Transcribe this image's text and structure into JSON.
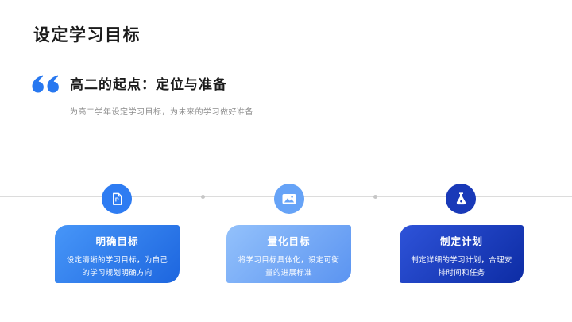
{
  "slide": {
    "title": "设定学习目标",
    "background_color": "#FFFFFF"
  },
  "quote_section": {
    "icon": "double-quote-icon",
    "heading": "高二的起点：定位与准备",
    "subtitle": "为高二学年设定学习目标，为未来的学习做好准备"
  },
  "timeline": {
    "line_color": "#DCDCDC",
    "dot_color": "#C6C6C6",
    "milestones": [
      {
        "icon": "ppt-document-icon",
        "circle_color": "#2E7CF2"
      },
      {
        "icon": "picture-icon",
        "circle_color": "#66A3F7"
      },
      {
        "icon": "flask-icon",
        "circle_color": "#1939B8"
      }
    ]
  },
  "cards": [
    {
      "title": "明确目标",
      "body": "设定清晰的学习目标，为自己的学习规划明确方向",
      "gradient": [
        "#4796F8",
        "#1D66DF"
      ]
    },
    {
      "title": "量化目标",
      "body": "将学习目标具体化，设定可衡量的进展标准",
      "gradient": [
        "#93C1FB",
        "#5B94F1"
      ]
    },
    {
      "title": "制定计划",
      "body": "制定详细的学习计划，合理安排时间和任务",
      "gradient": [
        "#2E53D9",
        "#0D2CA4"
      ]
    }
  ],
  "colors": {
    "title_text": "#1B1B1B",
    "subtitle_text": "#8C8C8C",
    "accent_blue": "#2878F0",
    "card_text": "#FFFFFF"
  }
}
